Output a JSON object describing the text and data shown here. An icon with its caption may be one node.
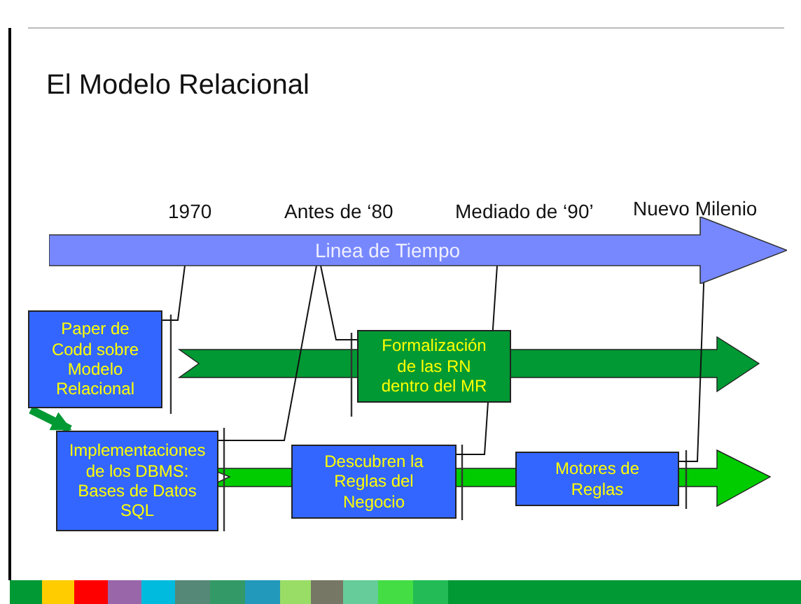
{
  "diagram": {
    "title": "El Modelo Relacional",
    "nodes": [
      {
        "text": [
          "Linea de Tiempo"
        ]
      },
      {
        "text": [
          "Paper de Codd sobre Modelo Relacional"
        ]
      },
      {
        "text": [
          "Formalización de las RN dentro del MR"
        ]
      },
      {
        "text": [
          "Implementaciones de los DBMS: Bases de Datos SQL"
        ]
      },
      {
        "text": [
          "Descubren la Reglas del Negocio"
        ]
      },
      {
        "text": [
          "Motores de Reglas"
        ]
      }
    ],
    "edges": [
      {
        "from": 0,
        "to": 1,
        "arrow": "none"
      },
      {
        "from": 0,
        "to": 2,
        "arrow": "none"
      },
      {
        "from": 0,
        "to": 3,
        "arrow": "none"
      },
      {
        "from": 0,
        "to": 4,
        "arrow": "none"
      },
      {
        "from": 0,
        "to": 5,
        "arrow": "none"
      },
      {
        "from": 1,
        "to": 3,
        "arrow": "to",
        "style": "thick",
        "color": "#009933"
      }
    ],
    "labels": [
      "1970",
      "Antes de ‘80",
      "Mediado de ‘90’",
      "Nuevo Milenio"
    ]
  }
}
